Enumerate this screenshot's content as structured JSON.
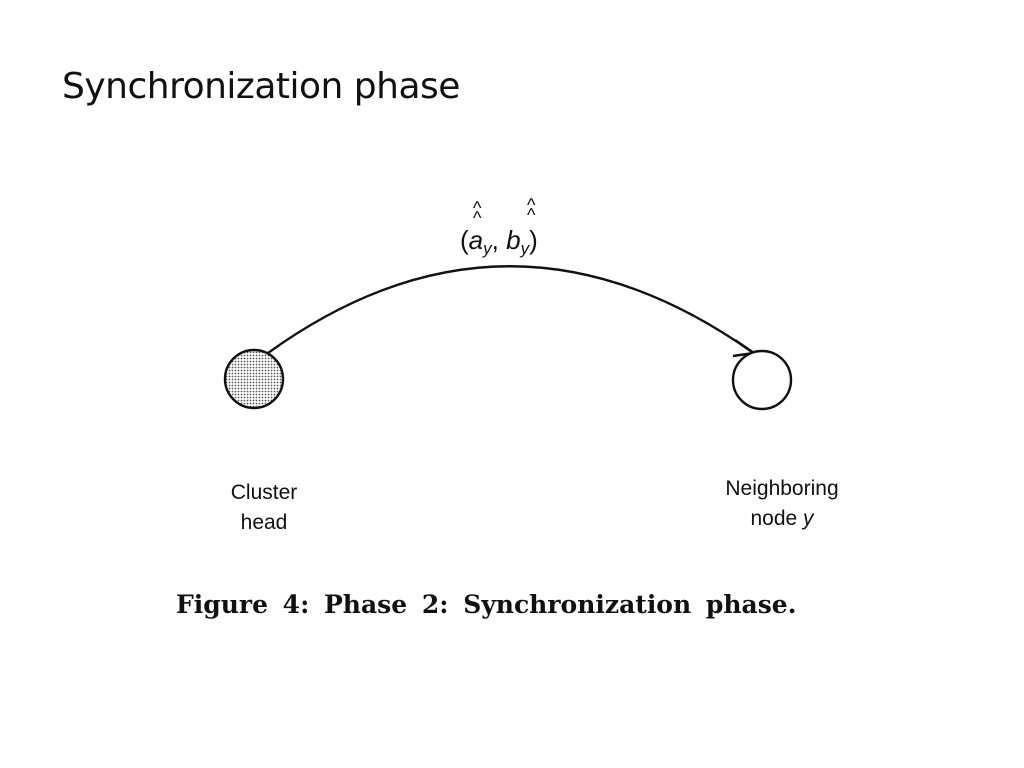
{
  "slide": {
    "title": "Synchronization phase"
  },
  "diagram": {
    "edge_label": {
      "open": "(",
      "a": "a",
      "a_sub": "y",
      "sep": ", ",
      "b": "b",
      "b_sub": "y",
      "close": ")",
      "hat": "^"
    },
    "nodes": [
      {
        "id": "cluster-head",
        "line1": "Cluster",
        "line2": "head",
        "fill": "dotted"
      },
      {
        "id": "neighboring-node",
        "line1": "Neighboring",
        "line2_prefix": "node ",
        "line2_var": "y",
        "fill": "none"
      }
    ],
    "caption": "Figure 4: Phase 2: Synchronization phase."
  },
  "colors": {
    "ink": "#111111",
    "background": "#ffffff"
  }
}
